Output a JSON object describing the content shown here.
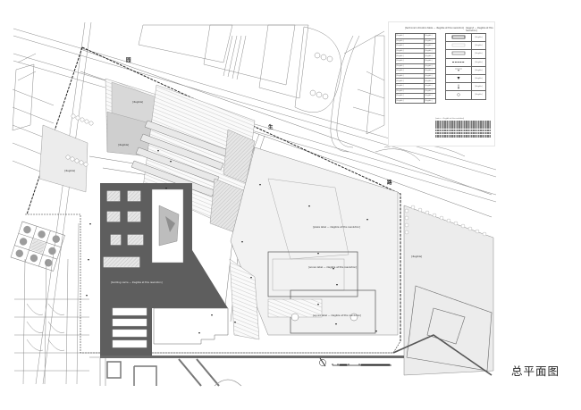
{
  "drawing": {
    "title": "总平面图",
    "type": "architectural master site plan",
    "colors": {
      "background": "#ffffff",
      "linework": "#7a7a7a",
      "boundary": "#222222",
      "main_building_fill": "#5e5e5e",
      "hatch_grey": "#cfcfcf",
      "plaza_grey": "#dedede"
    }
  },
  "roads": {
    "north_boundary_road_chars": [
      "园",
      "生",
      "路"
    ]
  },
  "info_panel": {
    "table_title": "[technical indicators table — illegible at this resolution]",
    "table_rows": [
      {
        "label": "[illegible]",
        "value": "[illegible]"
      },
      {
        "label": "[illegible]",
        "value": "[illegible]"
      },
      {
        "label": "[illegible]",
        "value": "[illegible]"
      },
      {
        "label": "[illegible]",
        "value": "[illegible]"
      },
      {
        "label": "[illegible]",
        "value": "[illegible]"
      },
      {
        "label": "[illegible]",
        "value": "[illegible]"
      },
      {
        "label": "[illegible]",
        "value": "[illegible]"
      },
      {
        "label": "[illegible]",
        "value": "[illegible]"
      },
      {
        "label": "[illegible]",
        "value": "[illegible]"
      },
      {
        "label": "[illegible]",
        "value": "[illegible]"
      },
      {
        "label": "[illegible]",
        "value": "[illegible]"
      },
      {
        "label": "[illegible]",
        "value": "[illegible]"
      },
      {
        "label": "[illegible]",
        "value": "[illegible]"
      },
      {
        "label": "[illegible]",
        "value": "[illegible]"
      }
    ],
    "legend_title": "[legend — illegible at this resolution]",
    "legend_items": [
      {
        "symbol": "rect-outline-bold",
        "label": "[illegible]"
      },
      {
        "symbol": "rect-outline-thin",
        "label": "[illegible]"
      },
      {
        "symbol": "rect-outline-double",
        "label": "[illegible]"
      },
      {
        "symbol": "dashed-line",
        "label": "[illegible]"
      },
      {
        "symbol": "elevation-marker-outdoor",
        "label": "[illegible]"
      },
      {
        "symbol": "elevation-marker-indoor",
        "label": "[illegible]"
      },
      {
        "symbol": "entrance-arrow",
        "label": "[illegible]"
      },
      {
        "symbol": "fire-hydrant",
        "label": "[illegible]"
      }
    ],
    "notes_title": "[notes — illegible at this resolution]",
    "notes_lines": 6
  },
  "labels": {
    "main_building": "[building name — illegible at this resolution]",
    "plaza_center": "[plaza label — illegible at this resolution]",
    "annex_north": "[annex label — illegible at this resolution]",
    "annex_south": "[annex label — illegible at this resolution]",
    "west_park_1": "[illegible]",
    "west_park_2": "[illegible]",
    "parking_west": "[illegible]",
    "east_green": "[illegible]"
  },
  "scale_bar": {
    "segments": 4
  },
  "north_arrow": {
    "present": true
  }
}
